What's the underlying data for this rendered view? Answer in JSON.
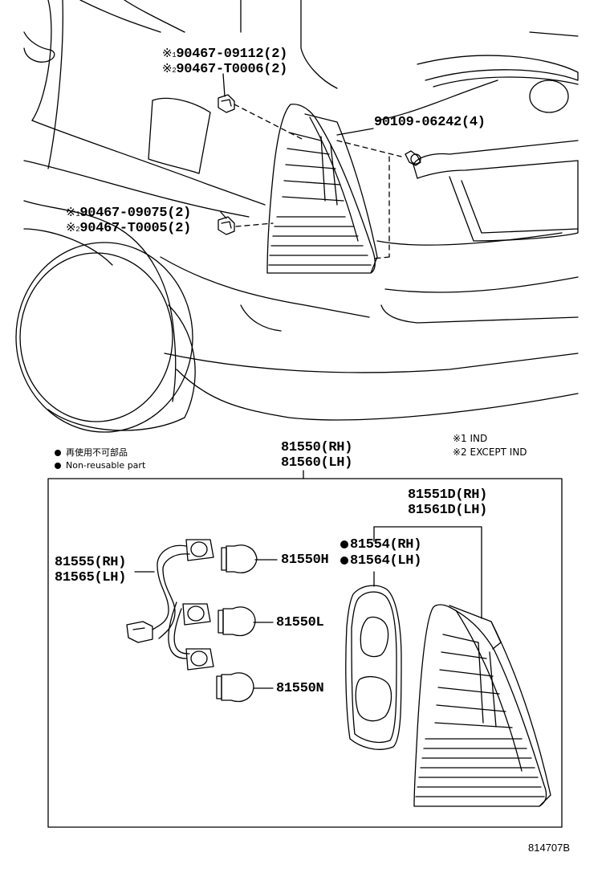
{
  "top_parts": {
    "clip_upper": {
      "mark1": "※",
      "sub1": "1",
      "part1": "90467-09112(2)",
      "mark2": "※",
      "sub2": "2",
      "part2": "90467-T0006(2)"
    },
    "bolt": {
      "part": "90109-06242(4)"
    },
    "clip_lower": {
      "mark1": "※",
      "sub1": "1",
      "part1": "90467-09075(2)",
      "mark2": "※",
      "sub2": "2",
      "part2": "90467-T0005(2)"
    }
  },
  "legend": {
    "non_reusable_jp": "再使用不可部品",
    "non_reusable_en": "Non-reusable part",
    "note1": "※1 IND",
    "note2": "※2 EXCEPT IND"
  },
  "assembly": {
    "rh": "81550(RH)",
    "lh": "81560(LH)"
  },
  "box_parts": {
    "lens_rh": "81551D(RH)",
    "lens_lh": "81561D(LH)",
    "gasket_rh": "81554(RH)",
    "gasket_lh": "81564(LH)",
    "socket_rh": "81555(RH)",
    "socket_lh": "81565(LH)",
    "bulb_h": "81550H",
    "bulb_l": "81550L",
    "bulb_n": "81550N"
  },
  "diagram_code": "814707B"
}
